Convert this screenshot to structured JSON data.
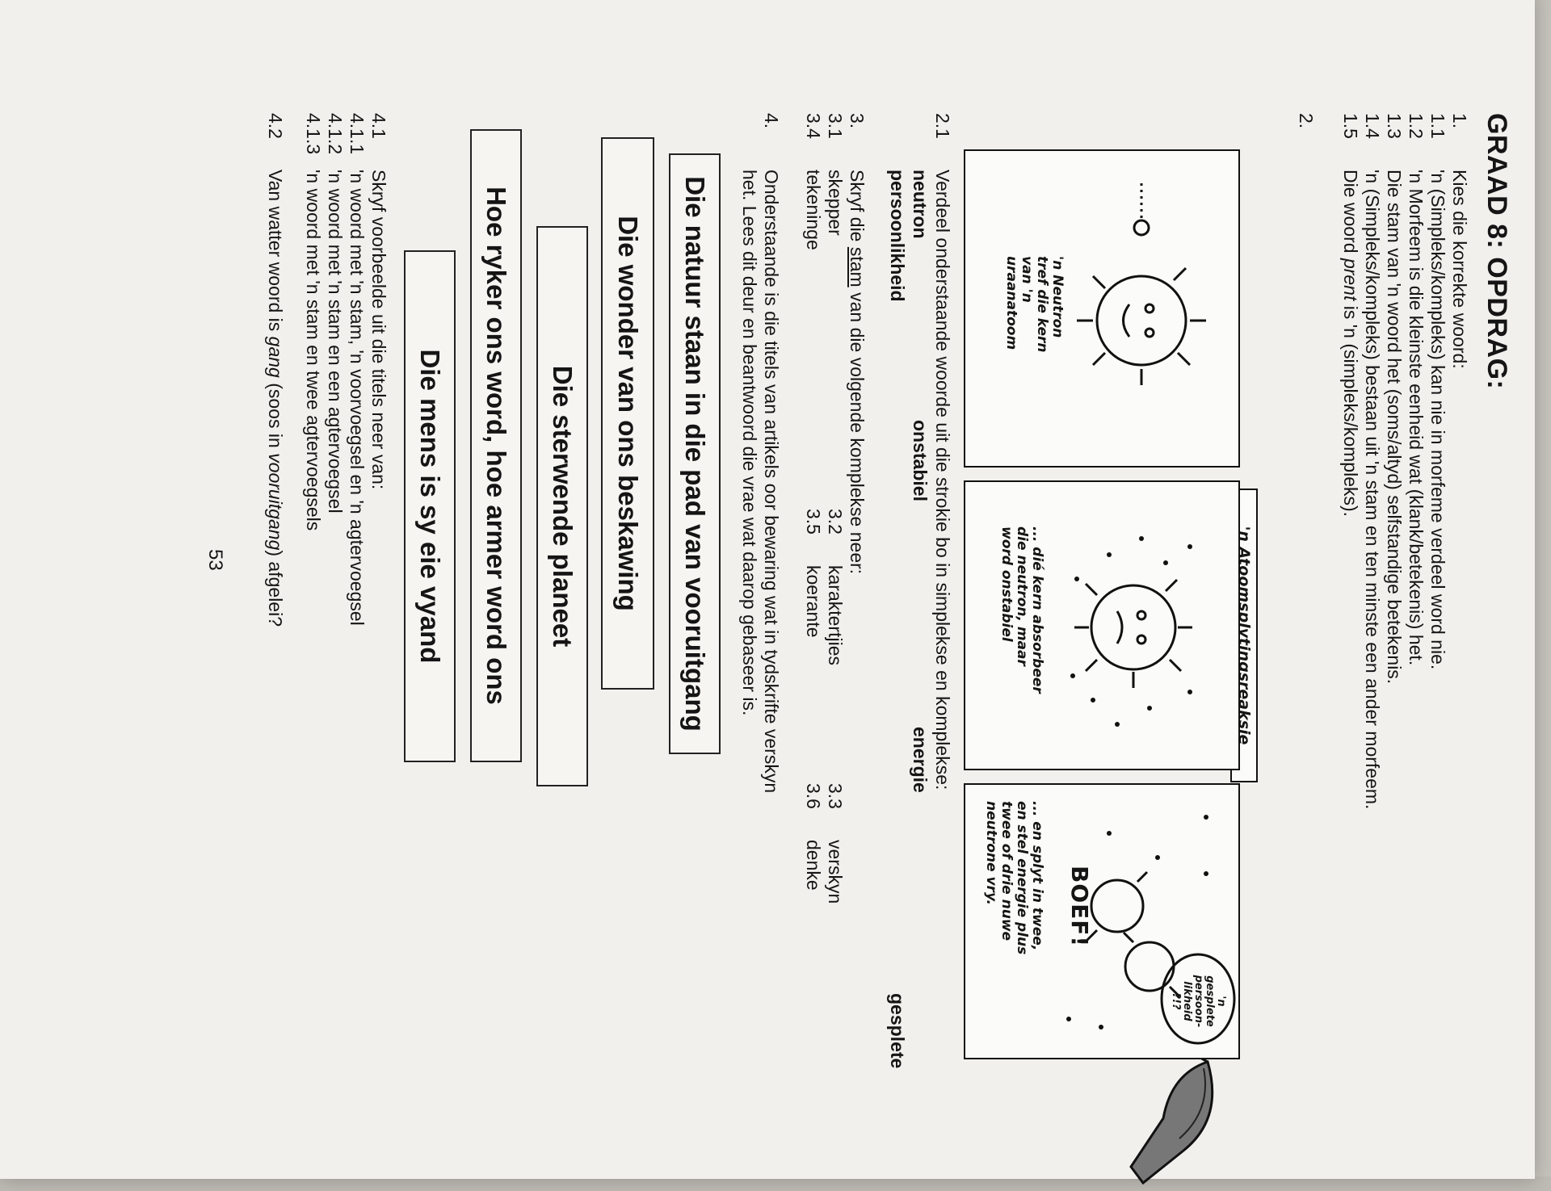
{
  "page": {
    "title": "GRAAD 8:  OPDRAG:",
    "section1": {
      "num": "1.",
      "text": "Kies die korrekte woord:",
      "items": [
        {
          "num": "1.1",
          "text": "'n (Simpleks/kompleks) kan nie in morfeme verdeel word nie."
        },
        {
          "num": "1.2",
          "text": "'n Morfeem is die kleinste eenheid wat (klank/betekenis) het."
        },
        {
          "num": "1.3",
          "text": "Die stam van 'n woord het (soms/altyd) selfstandige betekenis."
        },
        {
          "num": "1.4",
          "text": "'n (Simpleks/kompleks) bestaan uit 'n stam en ten minste een ander morfeem."
        },
        {
          "num": "1.5",
          "text_pre": "Die woord ",
          "text_em": "prent",
          "text_post": " is 'n (simpleks/kompleks)."
        }
      ]
    },
    "section2": {
      "num": "2.",
      "comic": {
        "title": "'n Atoomsplytingsreaksie",
        "panel1_caption": [
          "'n Neutron",
          "tref die kern",
          "van 'n",
          "uraanatoom"
        ],
        "panel2_caption": [
          "... dié kern absorbeer",
          "die neutron, maar",
          "word onstabiel"
        ],
        "panel3_sound": "BOEF!",
        "panel3_bubble": [
          "'n",
          "gesplete",
          "persoon-",
          "likheid",
          "?!?"
        ],
        "panel3_caption": [
          "... en splyt in twee,",
          "en stel energie plus",
          "twee of drie nuwe",
          "neutrone vry."
        ]
      },
      "q21": {
        "num": "2.1",
        "text": "Verdeel onderstaande woorde uit die strokie bo in simplekse en komplekse:",
        "words_row1": [
          "neutron",
          "onstabiel",
          "energie"
        ],
        "words_row2": [
          "persoonlikheid",
          "gesplete"
        ]
      }
    },
    "section3": {
      "num": "3.",
      "intro_pre": "Skryf die ",
      "intro_u": "stam",
      "intro_post": " van die volgende komplekse neer:",
      "row1": [
        {
          "num": "3.1",
          "word": "skepper"
        },
        {
          "num": "3.2",
          "word": "karaktertjies"
        },
        {
          "num": "3.3",
          "word": "verskyn"
        }
      ],
      "row2": [
        {
          "num": "3.4",
          "word": "tekeninge"
        },
        {
          "num": "3.5",
          "word": "koerante"
        },
        {
          "num": "3.6",
          "word": "denke"
        }
      ]
    },
    "section4": {
      "num": "4.",
      "line1": "Onderstaande is die titels van artikels oor bewaring wat in tydskrifte verskyn",
      "line2": "het. Lees dit deur en beantwoord die vrae wat daarop gebaseer is.",
      "titles": [
        "Die mens is sy eie vyand",
        "Die sterwende planeet",
        "Die wonder van ons beskawing",
        "Hoe ryker ons word, hoe armer word ons",
        "Die natuur staan in die pad van vooruitgang"
      ],
      "q41": {
        "num": "4.1",
        "text": "Skryf voorbeelde uit die titels neer van:"
      },
      "q411": {
        "num": "4.1.1",
        "text": "'n woord met 'n stam, 'n voorvoegsel en 'n agtervoegsel"
      },
      "q412": {
        "num": "4.1.2",
        "text": "'n woord met 'n stam en een agtervoegsel"
      },
      "q413": {
        "num": "4.1.3",
        "text": "'n woord met 'n stam en twee agtervoegsels"
      },
      "q42": {
        "num": "4.2",
        "pre": "Van watter woord is ",
        "em1": "gang",
        "mid": " (soos in ",
        "em2": "vooruitgang",
        "post": ") afgelei?"
      }
    },
    "page_number": "53"
  }
}
